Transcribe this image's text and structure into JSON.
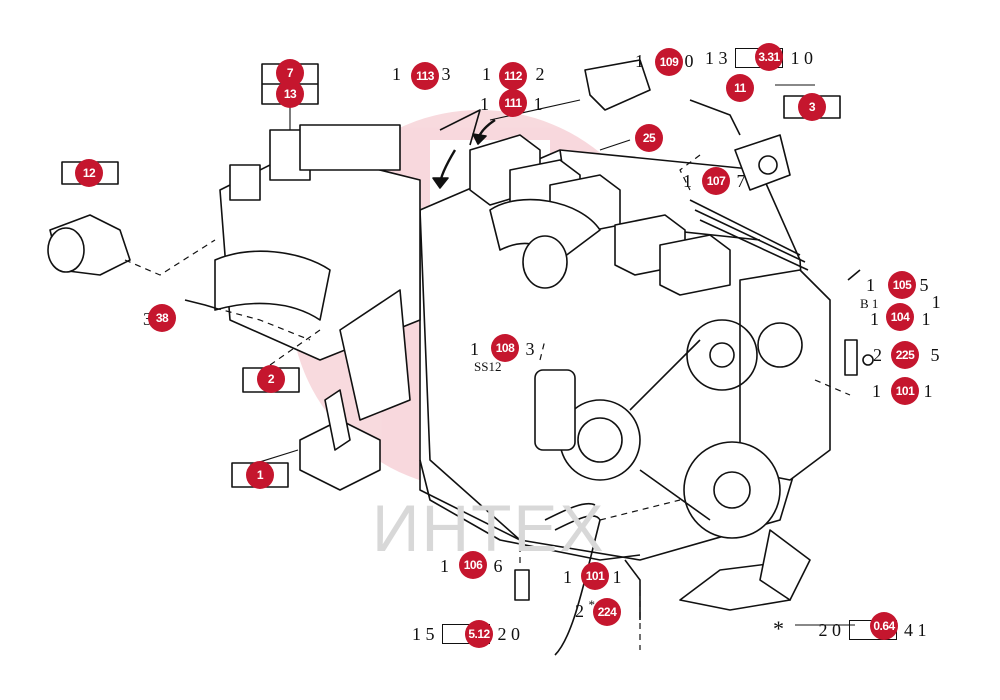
{
  "watermark": "ИНТЕХ",
  "callouts": [
    {
      "id": "c-7",
      "label": "7"
    },
    {
      "id": "c-13",
      "label": "13"
    },
    {
      "id": "c-12",
      "label": "12"
    },
    {
      "id": "c-113",
      "label": "113"
    },
    {
      "id": "c-112",
      "label": "112"
    },
    {
      "id": "c-111",
      "label": "111"
    },
    {
      "id": "c-109",
      "label": "109"
    },
    {
      "id": "c-331",
      "label": "3.31"
    },
    {
      "id": "c-11",
      "label": "11"
    },
    {
      "id": "c-3",
      "label": "3"
    },
    {
      "id": "c-25",
      "label": "25"
    },
    {
      "id": "c-107",
      "label": "107"
    },
    {
      "id": "c-38",
      "label": "38"
    },
    {
      "id": "c-2",
      "label": "2"
    },
    {
      "id": "c-108",
      "label": "108"
    },
    {
      "id": "c-105",
      "label": "105"
    },
    {
      "id": "c-104",
      "label": "104"
    },
    {
      "id": "c-225",
      "label": "225"
    },
    {
      "id": "c-101a",
      "label": "101"
    },
    {
      "id": "c-1",
      "label": "1"
    },
    {
      "id": "c-106",
      "label": "106"
    },
    {
      "id": "c-101b",
      "label": "101"
    },
    {
      "id": "c-224",
      "label": "224"
    },
    {
      "id": "c-512",
      "label": "5.12"
    },
    {
      "id": "c-064",
      "label": "0.64"
    }
  ],
  "references": {
    "r109": "1",
    "r109_tail": "0",
    "r331_pre": "1 3",
    "r331_post": "1 0",
    "r113_pre": "1",
    "r113_tail": "3",
    "r112_pre": "1",
    "r112_tail": "2",
    "r111_pre": "1",
    "r111_tail": "1",
    "r107_pre": "1",
    "r107_tail": "7",
    "r105_pre": "1",
    "r105_post": "5",
    "r105_line2": "B 1",
    "r105_line2_tail": "1",
    "r104_pre": "1",
    "r104_post": "1",
    "r225_pre": "2",
    "r225_post": "5",
    "r101a_pre": "1",
    "r101a_post": "1",
    "r108_pre": "1",
    "r108_post": "3",
    "r108_sub": "SS12",
    "r106_pre": "1",
    "r106_post": "6",
    "r101b_pre": "1",
    "r101b_post": "1",
    "r224_pre": "2",
    "r224_star": "*",
    "r512_pre": "1 5",
    "r512_post": "2 0",
    "r064_star": "*",
    "r064_pre": "2 0",
    "r064_post": "4 1",
    "r38_pre": "3"
  }
}
